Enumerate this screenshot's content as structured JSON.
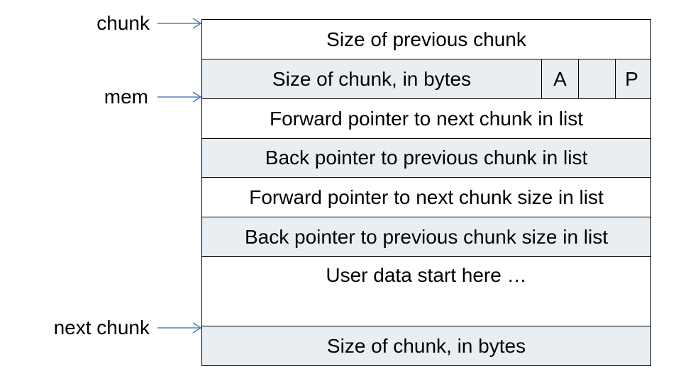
{
  "colors": {
    "white_row": "#ffffff",
    "shaded_row": "#e8eef2",
    "arrow": "#4f81bd",
    "border": "#000000"
  },
  "pointers": {
    "chunk": "chunk",
    "mem": "mem",
    "next_chunk": "next chunk"
  },
  "rows": {
    "prev_size": "Size of previous chunk",
    "size": "Size of chunk, in bytes",
    "flag_a": "A",
    "flag_blank": "",
    "flag_p": "P",
    "fd": "Forward pointer to next chunk in list",
    "bk": "Back pointer to previous chunk in list",
    "fd_nextsize": "Forward pointer to next chunk size in list",
    "bk_nextsize": "Back pointer to previous chunk size in list",
    "user_data": "User data start here …",
    "next_size": "Size of chunk, in bytes"
  }
}
